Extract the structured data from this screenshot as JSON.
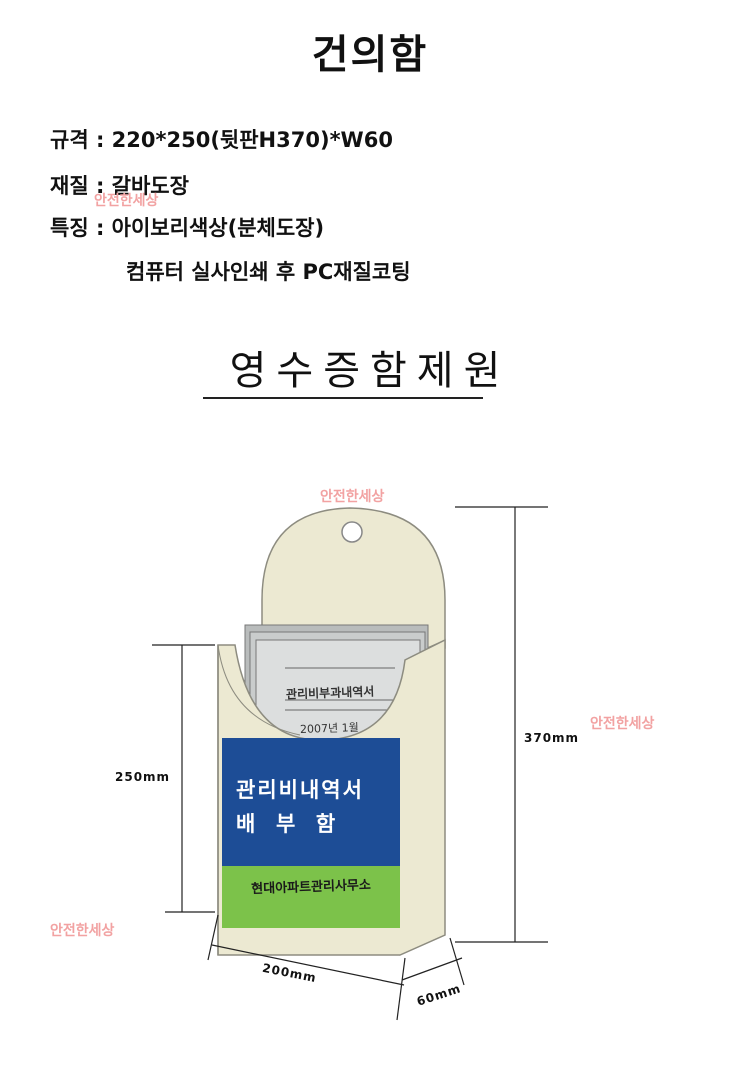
{
  "title": "건의함",
  "specs": [
    {
      "label": "규격 : ",
      "value": "220*250(뒷판H370)*W60"
    },
    {
      "label": "재질 : ",
      "value": "갈바도장"
    },
    {
      "label": "특징 : ",
      "value": "아이보리색상(분체도장)"
    },
    {
      "label": "",
      "value": "컴퓨터 실사인쇄 후 PC재질코팅"
    }
  ],
  "subtitle": "영수증함제원",
  "watermark": "안전한세상",
  "product": {
    "paper_title": "관리비부과내역서",
    "paper_date": "2007년 1월",
    "panel_line1": "관리비내역서",
    "panel_line2": "배  부  함",
    "footer_text": "현대아파트관리사무소",
    "colors": {
      "body": "#ece9d2",
      "panel_blue": "#1d4d96",
      "panel_green": "#7cc24a",
      "paper_gray": "#c9cccc"
    }
  },
  "dimensions": {
    "height_back": "370mm",
    "height_front": "250mm",
    "width": "200mm",
    "depth": "60mm"
  }
}
